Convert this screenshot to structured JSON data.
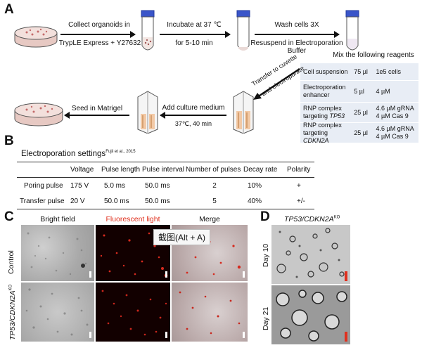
{
  "panelA": {
    "label": "A",
    "step1": [
      "Collect organoids in",
      "TrypLE Express + Y27632"
    ],
    "step2": [
      "Incubate at 37 ℃",
      "for 5-10 min"
    ],
    "step3": [
      "Wash cells 3X",
      "Resuspend in Electroporation",
      "Buffer"
    ],
    "mix_label": "Mix the following reagents",
    "reagents": [
      {
        "name": "Cell suspension",
        "vol": "75 µl",
        "content": "1e5 cells"
      },
      {
        "name": "Electroporation enhancer",
        "vol": "5 µl",
        "content": "4 µM"
      },
      {
        "name": "RNP complex targeting ",
        "gene": "TP53",
        "vol": "25 µl",
        "content": "4.6 µM gRNA 4 µM Cas 9"
      },
      {
        "name": "RNP complex targeting ",
        "gene": "CDKN2A",
        "vol": "25 µl",
        "content": "4.6 µM gRNA 4 µM Cas 9"
      }
    ],
    "transfer": [
      "Transfer to cuvette",
      "and electroporate"
    ],
    "step_culture": [
      "Add culture medium",
      "37℃, 40 min"
    ],
    "step_seed": "Seed in Matrigel"
  },
  "panelB": {
    "label": "B",
    "title": "Electroporation settings",
    "citation": "Fujii et al., 2015",
    "headers": [
      "",
      "Voltage",
      "Pulse length",
      "Pulse interval",
      "Number of pulses",
      "Decay rate",
      "Polarity"
    ],
    "rows": [
      [
        "Poring pulse",
        "175 V",
        "5.0 ms",
        "50.0 ms",
        "2",
        "10%",
        "+"
      ],
      [
        "Transfer pulse",
        "20 V",
        "50.0 ms",
        "50.0 ms",
        "5",
        "40%",
        "+/-"
      ]
    ]
  },
  "panelC": {
    "label": "C",
    "col_titles": [
      "Bright field",
      "Fluorescent light",
      "Merge"
    ],
    "title_colors": [
      "#111111",
      "#e0301e",
      "#111111"
    ],
    "row_labels": [
      "Control",
      "TP53/CDKN2A"
    ],
    "row2_sup": "KO",
    "tooltip": "截图(Alt + A)"
  },
  "panelD": {
    "label": "D",
    "title": "TP53/CDKN2A",
    "title_sup": "KO",
    "row_labels": [
      "Day 10",
      "Day 21"
    ]
  }
}
